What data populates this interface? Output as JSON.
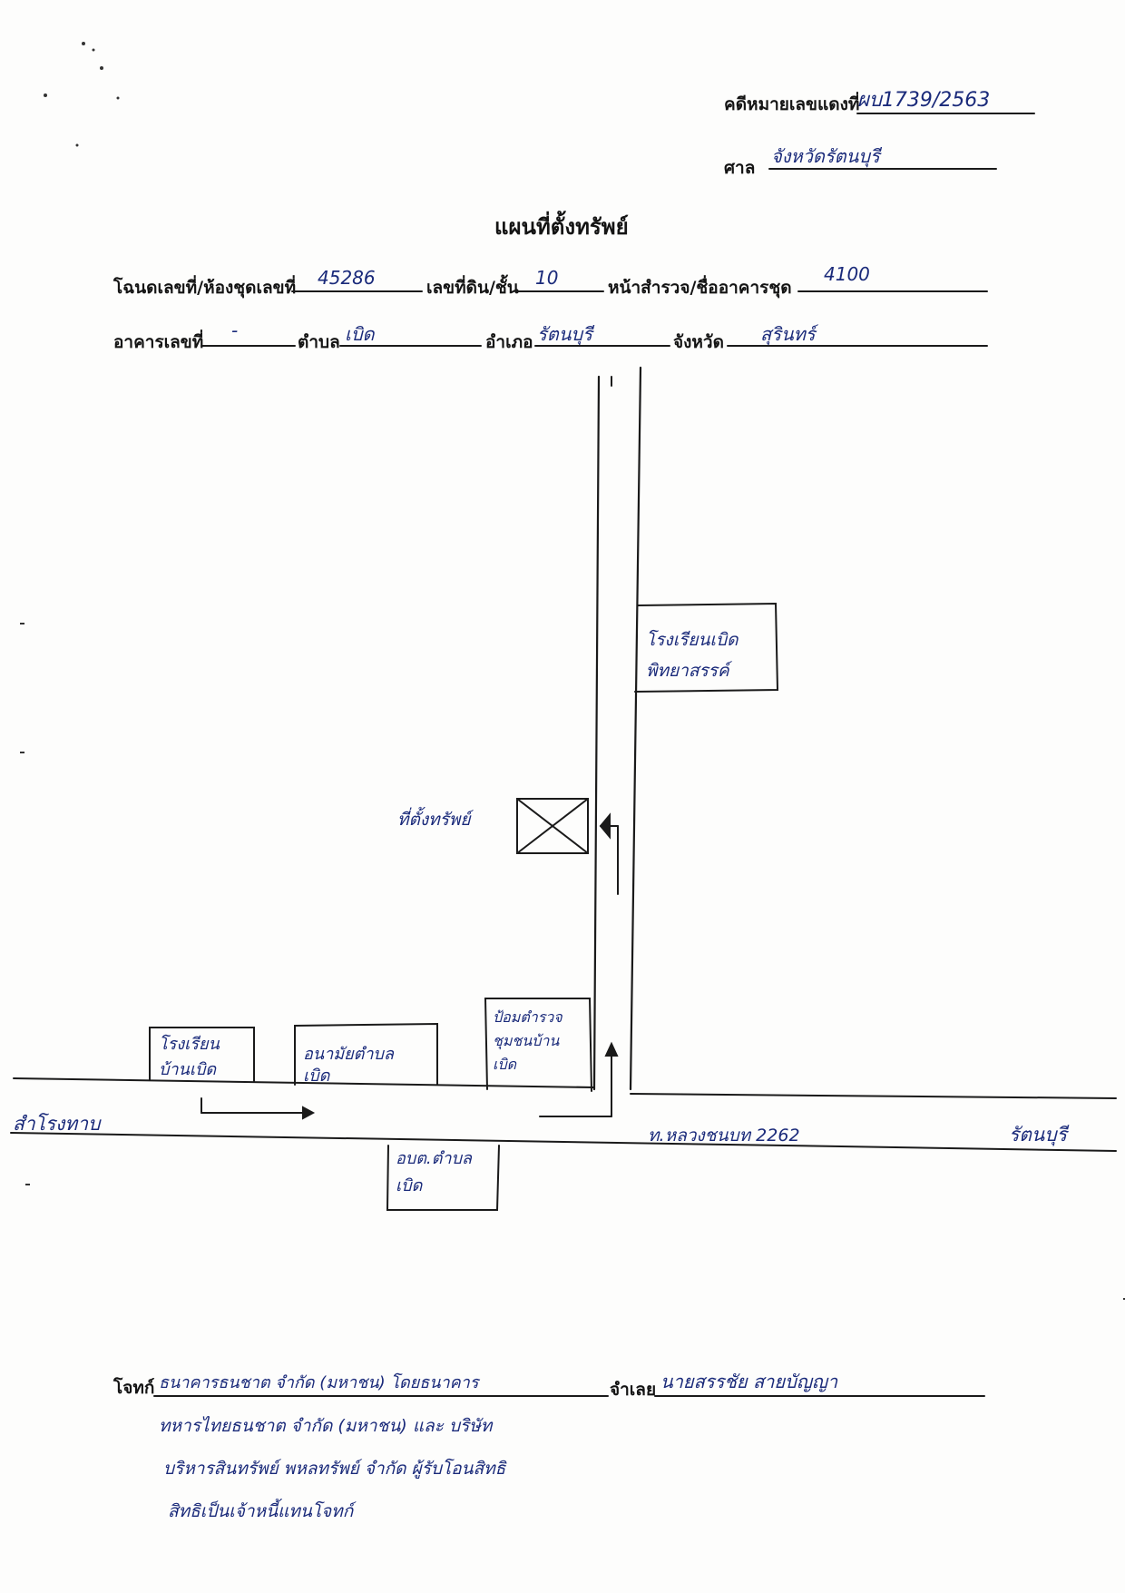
{
  "header": {
    "case_label": "คดีหมายเลขแดงที่",
    "case_value": "ผบ1739/2563",
    "court_label": "ศาล",
    "court_value": "จังหวัดรัตนบุรี"
  },
  "title": "แผนที่ตั้งทรัพย์",
  "fields": {
    "deed_label": "โฉนดเลขที่/ห้องชุดเลขที่",
    "deed_value": "45286",
    "land_no_label": "เลขที่ดิน/ชั้น",
    "land_no_value": "10",
    "survey_label": "หน้าสำรวจ/ชื่ออาคารชุด",
    "survey_value": "4100",
    "building_label": "อาคารเลขที่",
    "building_value": "-",
    "subdistrict_label": "ตำบล",
    "subdistrict_value": "เบิด",
    "district_label": "อำเภอ",
    "district_value": "รัตนบุรี",
    "province_label": "จังหวัด",
    "province_value": "สุรินทร์"
  },
  "map": {
    "school_north": [
      "โรงเรียนเบิด",
      "พิทยาสรรค์"
    ],
    "property": "ที่ตั้งทรัพย์",
    "school_south": [
      "โรงเรียน",
      "บ้านเบิด"
    ],
    "health_center": [
      "อนามัยตำบล",
      "เบิด"
    ],
    "police_box": [
      "ป้อมตำรวจ",
      "ชุมชนบ้าน",
      "เบิด"
    ],
    "tao": [
      "อบต.ตำบล",
      "เบิด"
    ],
    "road_west": "สำโรงทาบ",
    "highway": "ท.หลวงชนบท 2262",
    "road_east": "รัตนบุรี"
  },
  "footer": {
    "plaintiff_label": "โจทก์",
    "plaintiff_line1": "ธนาคารธนชาต จำกัด (มหาชน) โดยธนาคาร",
    "plaintiff_line2": "ทหารไทยธนชาต จำกัด (มหาชน) และ บริษัท",
    "plaintiff_line3": "บริหารสินทรัพย์ พหลทรัพย์ จำกัด ผู้รับโอนสิทธิ",
    "plaintiff_line4": "สิทธิเป็นเจ้าหนี้แทนโจทก์",
    "defendant_label": "จำเลย",
    "defendant_value": "นายสรรชัย สายบัญญา"
  }
}
